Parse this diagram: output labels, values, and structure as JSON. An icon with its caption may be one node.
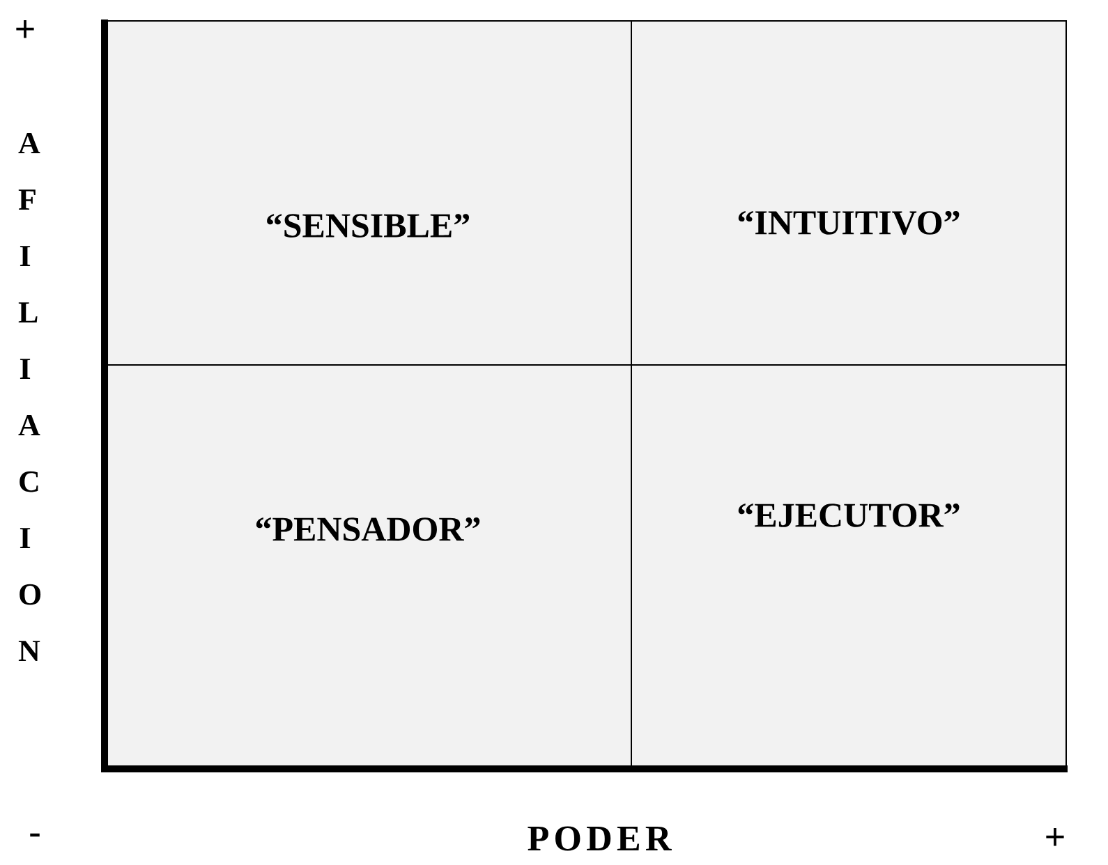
{
  "diagram": {
    "nodes": [
      {
        "text": [
          "“SENSIBLE”"
        ]
      },
      {
        "text": [
          "“INTUITIVO”"
        ]
      },
      {
        "text": [
          "“PENSADOR”"
        ]
      },
      {
        "text": [
          "“EJECUTOR”"
        ]
      }
    ],
    "labels": [
      "+",
      "AFILIACION",
      "-",
      "PODER",
      "+"
    ]
  }
}
